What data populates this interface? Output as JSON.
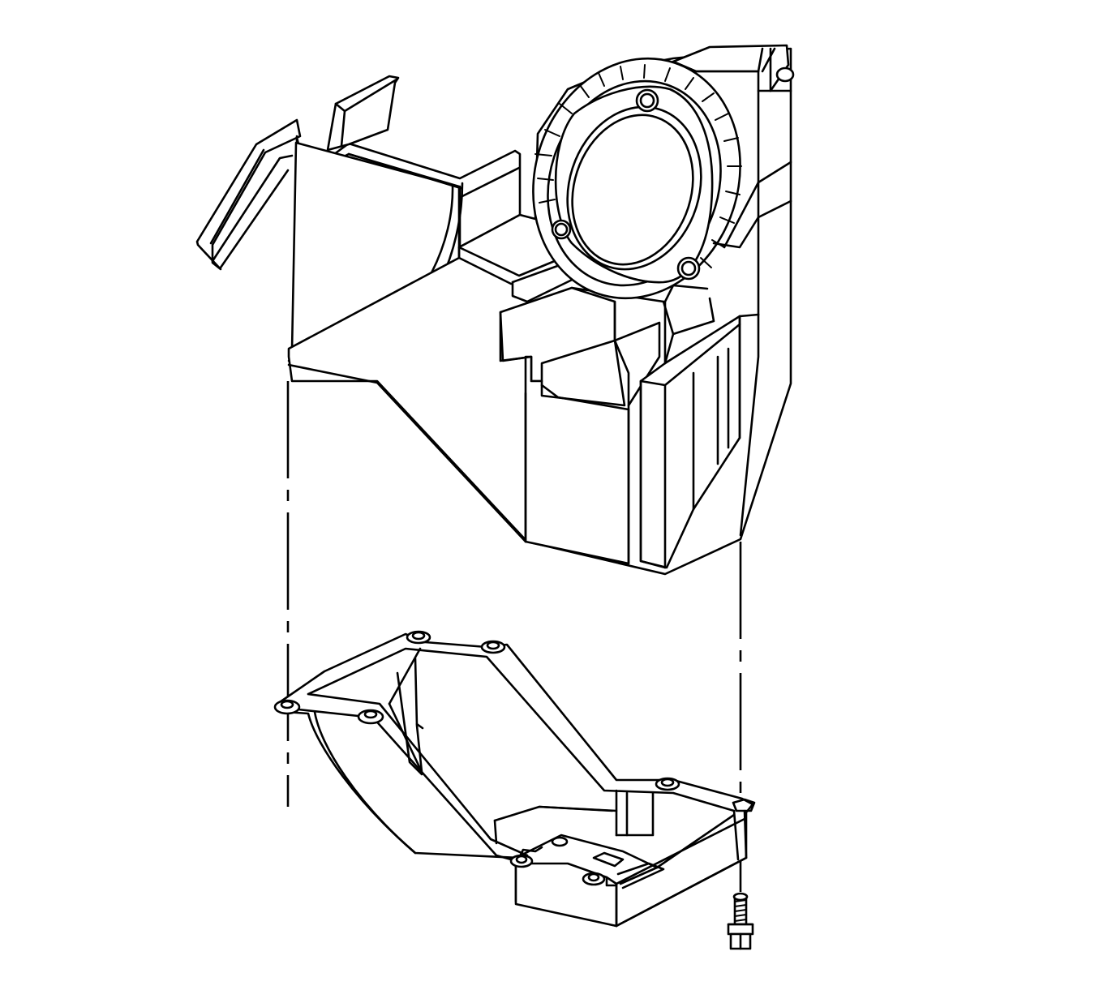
{
  "diagram": {
    "kind": "exploded line drawing",
    "parts": [
      "upper-module-case",
      "lower-case-tray",
      "mounting-bolt"
    ],
    "colors": {
      "stroke": "#000000",
      "background": "#ffffff"
    }
  }
}
